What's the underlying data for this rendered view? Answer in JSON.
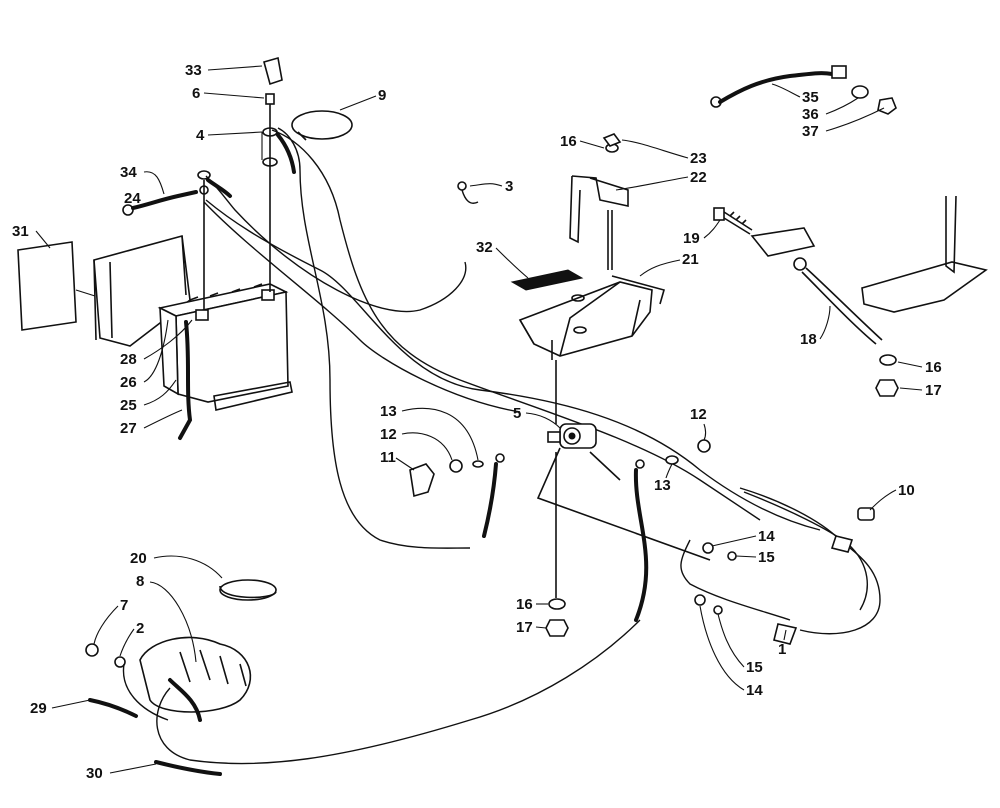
{
  "diagram": {
    "callouts": [
      {
        "id": "c33",
        "label": "33"
      },
      {
        "id": "c6",
        "label": "6"
      },
      {
        "id": "c9",
        "label": "9"
      },
      {
        "id": "c4",
        "label": "4"
      },
      {
        "id": "c34",
        "label": "34"
      },
      {
        "id": "c24",
        "label": "24"
      },
      {
        "id": "c3",
        "label": "3"
      },
      {
        "id": "c31",
        "label": "31"
      },
      {
        "id": "c28",
        "label": "28"
      },
      {
        "id": "c26",
        "label": "26"
      },
      {
        "id": "c25",
        "label": "25"
      },
      {
        "id": "c27",
        "label": "27"
      },
      {
        "id": "c16a",
        "label": "16"
      },
      {
        "id": "c23",
        "label": "23"
      },
      {
        "id": "c22",
        "label": "22"
      },
      {
        "id": "c32",
        "label": "32"
      },
      {
        "id": "c21",
        "label": "21"
      },
      {
        "id": "c19",
        "label": "19"
      },
      {
        "id": "c35",
        "label": "35"
      },
      {
        "id": "c36",
        "label": "36"
      },
      {
        "id": "c37",
        "label": "37"
      },
      {
        "id": "c18",
        "label": "18"
      },
      {
        "id": "c16b",
        "label": "16"
      },
      {
        "id": "c17a",
        "label": "17"
      },
      {
        "id": "c5",
        "label": "5"
      },
      {
        "id": "c13a",
        "label": "13"
      },
      {
        "id": "c12a",
        "label": "12"
      },
      {
        "id": "c11",
        "label": "11"
      },
      {
        "id": "c12b",
        "label": "12"
      },
      {
        "id": "c13b",
        "label": "13"
      },
      {
        "id": "c10",
        "label": "10"
      },
      {
        "id": "c14a",
        "label": "14"
      },
      {
        "id": "c15a",
        "label": "15"
      },
      {
        "id": "c20",
        "label": "20"
      },
      {
        "id": "c8",
        "label": "8"
      },
      {
        "id": "c7",
        "label": "7"
      },
      {
        "id": "c2",
        "label": "2"
      },
      {
        "id": "c29",
        "label": "29"
      },
      {
        "id": "c30",
        "label": "30"
      },
      {
        "id": "c16c",
        "label": "16"
      },
      {
        "id": "c17b",
        "label": "17"
      },
      {
        "id": "c1",
        "label": "1"
      },
      {
        "id": "c15b",
        "label": "15"
      },
      {
        "id": "c14b",
        "label": "14"
      }
    ]
  }
}
